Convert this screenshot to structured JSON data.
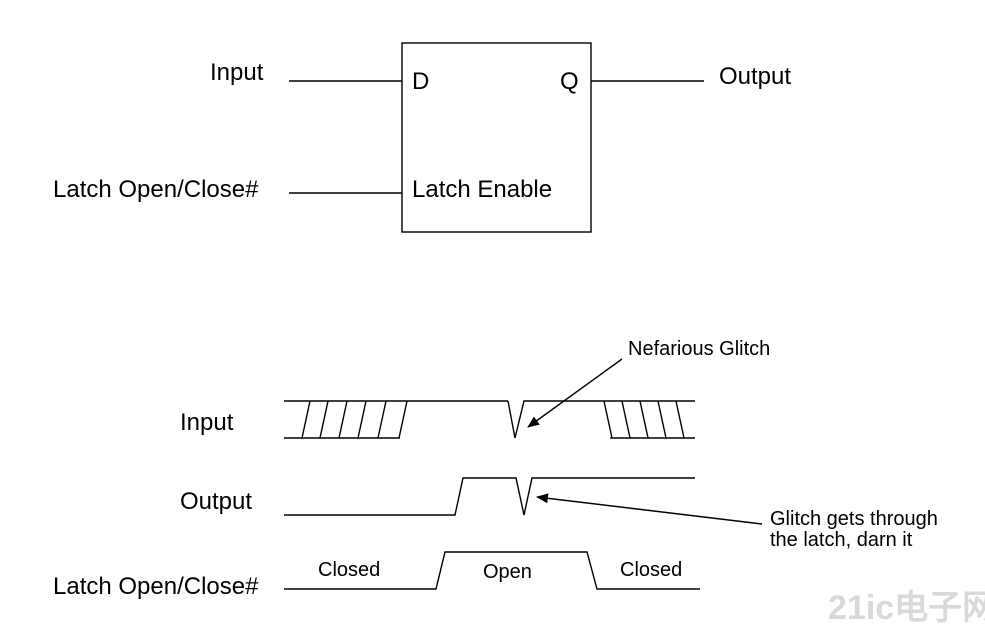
{
  "latch_block": {
    "d_pin": "D",
    "q_pin": "Q",
    "enable_pin": "Latch Enable",
    "input_label": "Input",
    "output_label": "Output",
    "control_label": "Latch Open/Close#"
  },
  "timing": {
    "input_label": "Input",
    "output_label": "Output",
    "control_label": "Latch Open/Close#",
    "state_closed_left": "Closed",
    "state_open": "Open",
    "state_closed_right": "Closed"
  },
  "annotations": {
    "input_glitch": "Nefarious Glitch",
    "output_glitch_line1": "Glitch gets through",
    "output_glitch_line2": "the latch, darn it"
  },
  "watermark": {
    "text": "21ic电子网"
  },
  "colors": {
    "stroke": "#000000",
    "background": "#ffffff",
    "watermark": "#d8d8d8"
  }
}
